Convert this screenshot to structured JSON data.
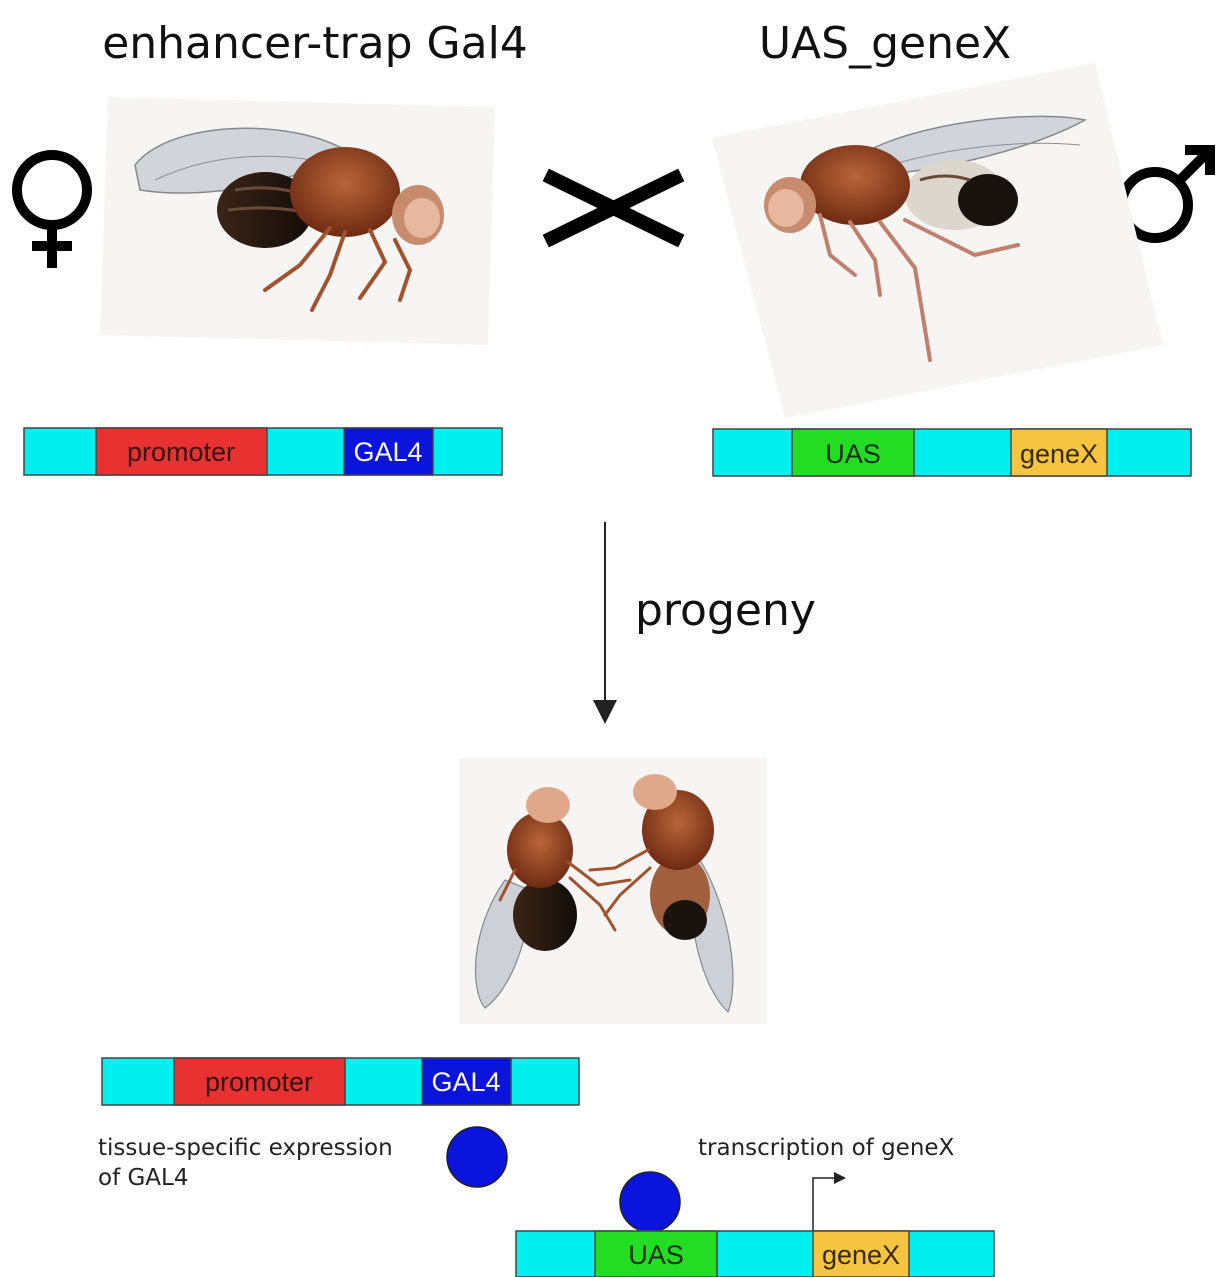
{
  "titles": {
    "left": "enhancer-trap Gal4",
    "right": "UAS_geneX"
  },
  "symbols": {
    "female": "female-symbol",
    "male": "male-symbol",
    "cross": "cross-symbol"
  },
  "arrow_label": "progeny",
  "constructs": {
    "driver": {
      "promoter": "promoter",
      "gal4": "GAL4"
    },
    "responder": {
      "uas": "UAS",
      "gene": "geneX"
    }
  },
  "captions": {
    "gal4_expression_line1": "tissue-specific expression",
    "gal4_expression_line2": "of GAL4",
    "transcription": "transcription of geneX"
  },
  "colors": {
    "spacer": "#00F0F0",
    "promoter": "#E83232",
    "gal4": "#0A14DC",
    "uas": "#22DD22",
    "gene": "#F5C542",
    "protein": "#0A14DC",
    "fly_body": "#8B3A1A",
    "fly_eye": "#E6B095"
  }
}
